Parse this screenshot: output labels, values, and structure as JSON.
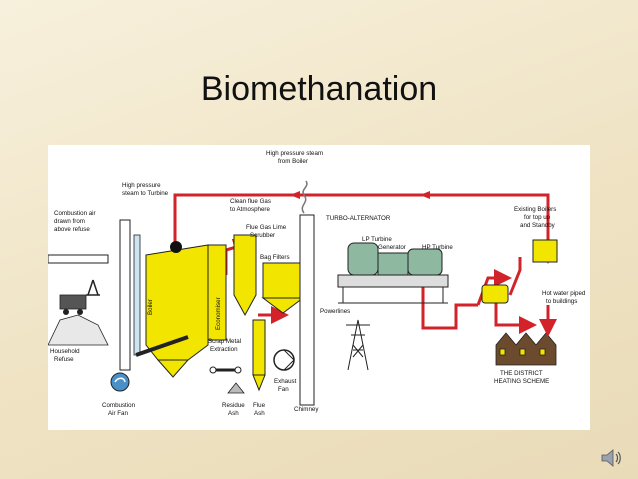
{
  "slide": {
    "title": "Biomethanation"
  },
  "diagram": {
    "labels": {
      "high_pressure_steam_from_boiler_1": "High pressure steam",
      "high_pressure_steam_from_boiler_2": "from Boiler",
      "high_pressure_steam_to_turbine_1": "High pressure",
      "high_pressure_steam_to_turbine_2": "steam to Turbine",
      "clean_flue_gas_1": "Clean flue Gas",
      "clean_flue_gas_2": "to Atmosphere",
      "turbo_alternator": "TURBO-ALTERNATOR",
      "existing_boilers_1": "Existing Boilers",
      "existing_boilers_2": "for top up",
      "existing_boilers_3": "and Standby",
      "combustion_air_1": "Combustion air",
      "combustion_air_2": "drawn from",
      "combustion_air_3": "above refuse",
      "flue_gas_lime_1": "Flue Gas Lime",
      "flue_gas_lime_2": "Scrubber",
      "lp_turbine": "LP Turbine",
      "generator": "Generator",
      "hp_turbine": "HP Turbine",
      "bag_filters": "Bag Filters",
      "boiler": "Boiler",
      "economiser": "Economiser",
      "hot_water_1": "Hot water piped",
      "hot_water_2": "to buildings",
      "powerlines": "Powerlines",
      "household_refuse_1": "Household",
      "household_refuse_2": "Refuse",
      "scrap_metal_1": "Scrap Metal",
      "scrap_metal_2": "Extraction",
      "district_heating_1": "THE DISTRICT",
      "district_heating_2": "HEATING SCHEME",
      "exhaust_fan_1": "Exhaust",
      "exhaust_fan_2": "Fan",
      "chimney": "Chimney",
      "combustion_air_fan_1": "Combustion",
      "combustion_air_fan_2": "Air Fan",
      "residue_ash_1": "Residue",
      "residue_ash_2": "Ash",
      "flue_ash_1": "Flue",
      "flue_ash_2": "Ash"
    }
  },
  "colors": {
    "steam_pipe": "#d2232a",
    "process_yellow": "#f2e600",
    "equipment_green": "#8fb8a0",
    "slide_background": "#efe3c4"
  },
  "icons": {
    "audio": "speaker-icon"
  }
}
